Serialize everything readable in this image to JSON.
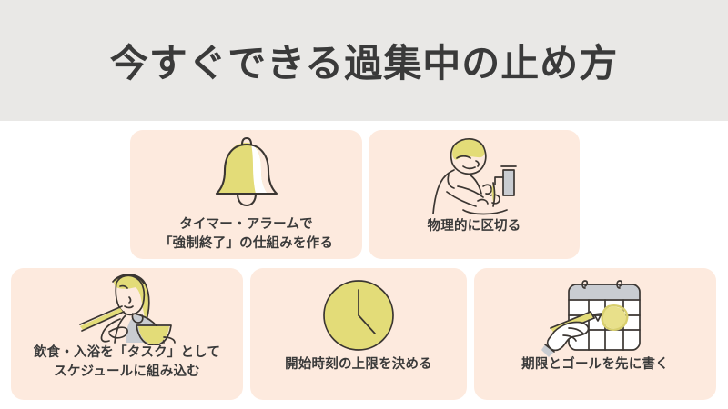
{
  "header": {
    "title": "今すぐできる過集中の止め方",
    "background_color": "#E9E8E6",
    "text_color": "#3A3A3A"
  },
  "theme": {
    "page_background": "#FFFFFF",
    "card_background": "#FDEADE",
    "accent_yellow": "#E3DC78",
    "accent_gray": "#C9CCD1",
    "ink": "#3B3632"
  },
  "cards": [
    {
      "id": "alarm",
      "icon": "bell-icon",
      "label": "タイマー・アラームで\n「強制終了」の仕組みを作る"
    },
    {
      "id": "separate",
      "icon": "handwashing-person-icon",
      "label": "物理的に区切る"
    },
    {
      "id": "schedule",
      "icon": "woman-eating-icon",
      "label": "飲食・入浴を「タスク」として\nスケジュールに組み込む"
    },
    {
      "id": "clock",
      "icon": "clock-icon",
      "label": "開始時刻の上限を決める"
    },
    {
      "id": "deadline",
      "icon": "hand-writing-calendar-icon",
      "label": "期限とゴールを先に書く"
    }
  ]
}
